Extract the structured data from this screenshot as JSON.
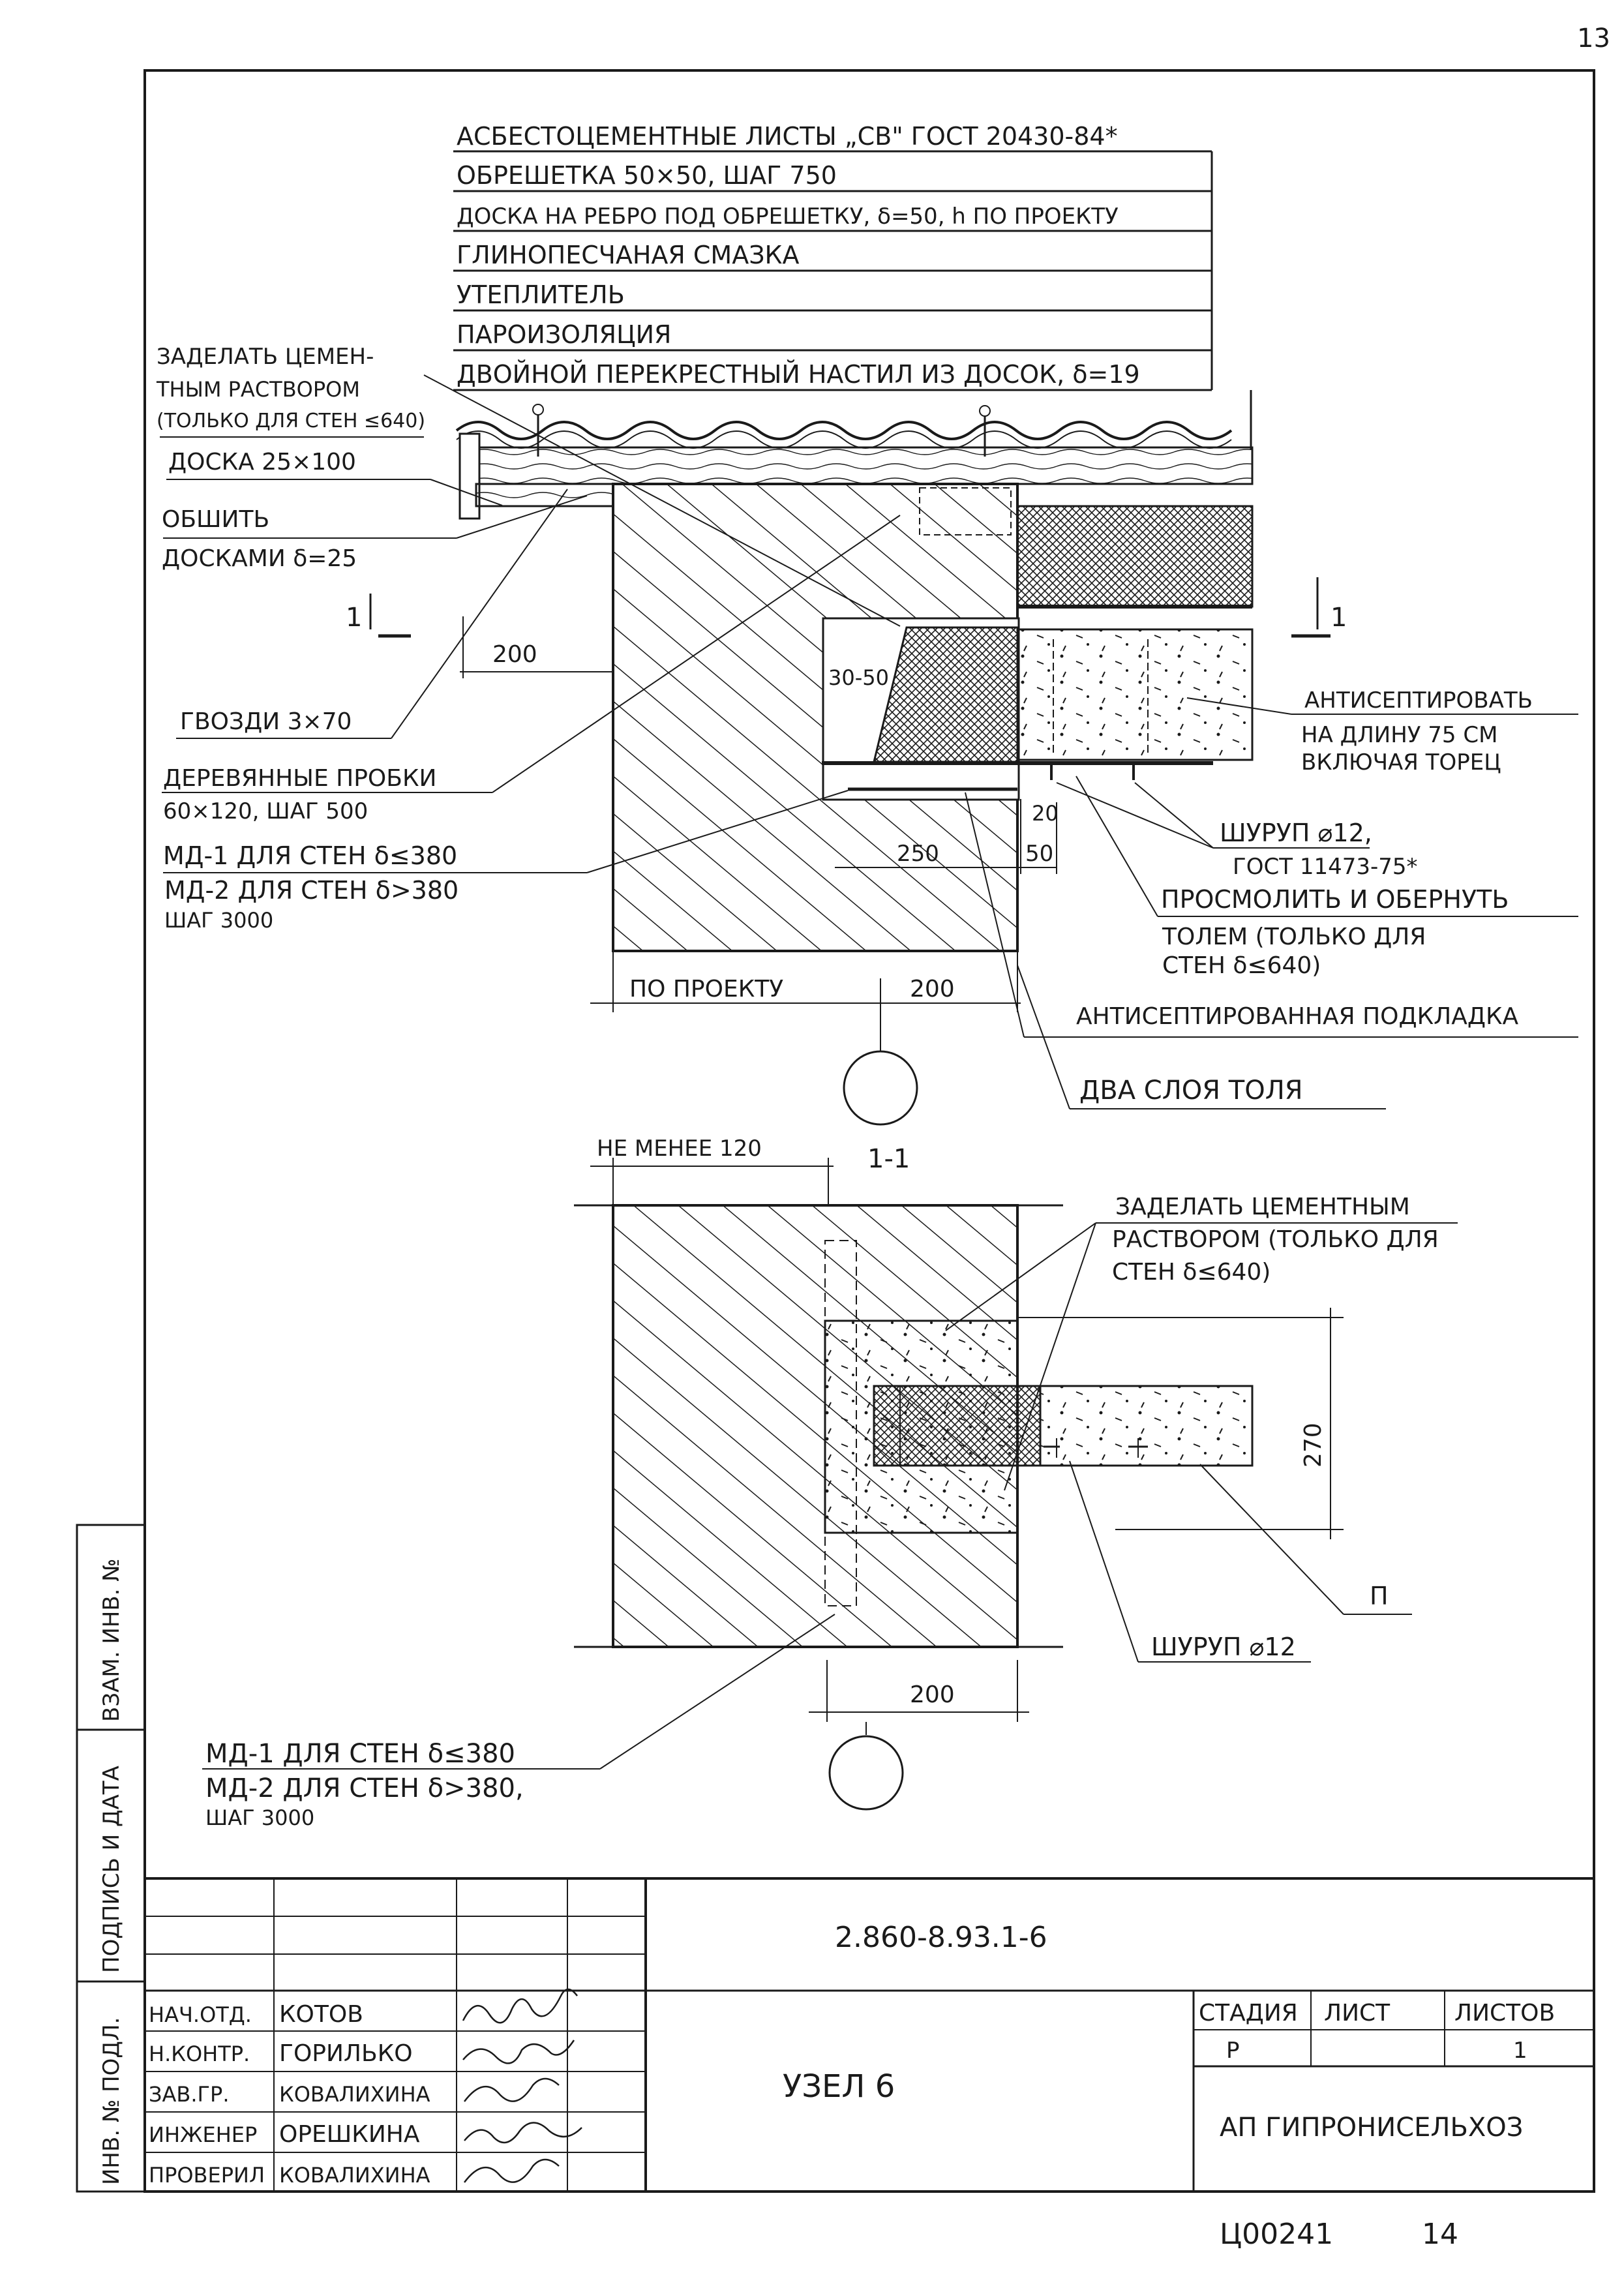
{
  "page_number": "13",
  "layers": [
    "АСБЕСТОЦЕМЕНТНЫЕ ЛИСТЫ „СВ\" ГОСТ 20430-84*",
    "ОБРЕШЕТКА 50×50, ШАГ 750",
    "ДОСКА НА РЕБРО ПОД ОБРЕШЕТКУ, δ=50, h ПО ПРОЕКТУ",
    "ГЛИНОПЕСЧАНАЯ СМАЗКА",
    "УТЕПЛИТЕЛЬ",
    "ПАРОИЗОЛЯЦИЯ",
    "ДВОЙНОЙ ПЕРЕКРЕСТНЫЙ НАСТИЛ ИЗ ДОСОК, δ=19"
  ],
  "upper": {
    "zadelat": [
      "ЗАДЕЛАТЬ ЦЕМЕН-",
      "ТНЫМ РАСТВОРОМ",
      "(ТОЛЬКО ДЛЯ СТЕН ≤640)"
    ],
    "doska": "ДОСКА 25×100",
    "obshit": [
      "ОБШИТЬ",
      "ДОСКАМИ δ=25"
    ],
    "section_mark": "1",
    "dim_200_left": "200",
    "gvozdi": "ГВОЗДИ 3×70",
    "probki": [
      "ДЕРЕВЯННЫЕ ПРОБКИ",
      "60×120, ШАГ 500"
    ],
    "md": [
      "МД-1 ДЛЯ СТЕН δ≤380",
      "МД-2 ДЛЯ СТЕН δ>380",
      "ШАГ 3000"
    ],
    "dim_3050": "30-50",
    "dim_20": "20",
    "dim_250": "250",
    "dim_50": "50",
    "antisept": [
      "АНТИСЕПТИРОВАТЬ",
      "НА ДЛИНУ 75 СМ",
      "ВКЛЮЧАЯ ТОРЕЦ"
    ],
    "shurup": [
      "ШУРУП ⌀12,",
      "ГОСТ 11473-75*"
    ],
    "prosmolit": [
      "ПРОСМОЛИТЬ И ОБЕРНУТЬ",
      "ТОЛЕМ (ТОЛЬКО ДЛЯ",
      "СТЕН δ≤640)"
    ],
    "po_proektu": "ПО ПРОЕКТУ",
    "dim_200_bottom": "200",
    "podkladka": "АНТИСЕПТИРОВАННАЯ ПОДКЛАДКА",
    "dva_sloya": "ДВА СЛОЯ ТОЛЯ"
  },
  "lower": {
    "ne_menee": "НЕ МЕНЕЕ 120",
    "section_title": "1-1",
    "zadelat": [
      "ЗАДЕЛАТЬ ЦЕМЕНТНЫМ",
      "РАСТВОРОМ (ТОЛЬКО ДЛЯ",
      "СТЕН δ≤640)"
    ],
    "dim_270": "270",
    "p_mark": "П",
    "shurup": "ШУРУП ⌀12",
    "dim_200": "200",
    "md": [
      "МД-1 ДЛЯ СТЕН δ≤380",
      "МД-2 ДЛЯ СТЕН δ>380,",
      "ШАГ 3000"
    ]
  },
  "side_labels": [
    "ВЗАМ. ИНВ. №",
    "ПОДПИСЬ И ДАТА",
    "ИНВ. № ПОДЛ."
  ],
  "title_block": {
    "doc_code": "2.860-8.93.1-6",
    "title": "УЗЕЛ 6",
    "roles": [
      "НАЧ.ОТД.",
      "Н.КОНТР.",
      "ЗАВ.ГР.",
      "ИНЖЕНЕР",
      "ПРОВЕРИЛ"
    ],
    "names": [
      "КОТОВ",
      "ГОРИЛЬКО",
      "КОВАЛИХИНА",
      "ОРЕШКИНА",
      "КОВАЛИХИНА"
    ],
    "stage_head": "СТАДИЯ",
    "sheet_head": "ЛИСТ",
    "sheets_head": "ЛИСТОВ",
    "stage": "Р",
    "sheets": "1",
    "org": "АП ГИПРОНИСЕЛЬХОЗ"
  },
  "footer_code": "Ц00241",
  "footer_num": "14"
}
